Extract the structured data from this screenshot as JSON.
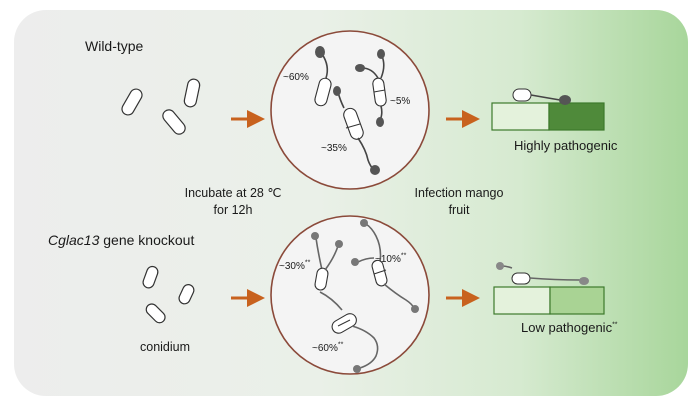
{
  "title_wildtype": "Wild-type",
  "title_knockout_gene": "Cglac13",
  "title_knockout_rest": " gene knockout",
  "step1_line1": "Incubate at 28 ℃",
  "step1_line2": "for 12h",
  "step2_line1": "Infection mango",
  "step2_line2": "fruit",
  "conidium_label": "conidium",
  "wt_percentages": [
    "~60%",
    "~5%",
    "~35%"
  ],
  "ko_percentages": [
    "~30%",
    "~10%",
    "~60%"
  ],
  "significance_mark": "**",
  "wt_outcome": "Highly pathogenic",
  "ko_outcome": "Low pathogenic",
  "colors": {
    "arrow": "#c8621e",
    "circle_border": "#8b4a3a",
    "fruit_light": "#e4f2dc",
    "fruit_dark_high": "#4f8a3a",
    "fruit_dark_low": "#a9d394",
    "background_start": "#eeeeee",
    "background_end": "#a6d49a"
  }
}
